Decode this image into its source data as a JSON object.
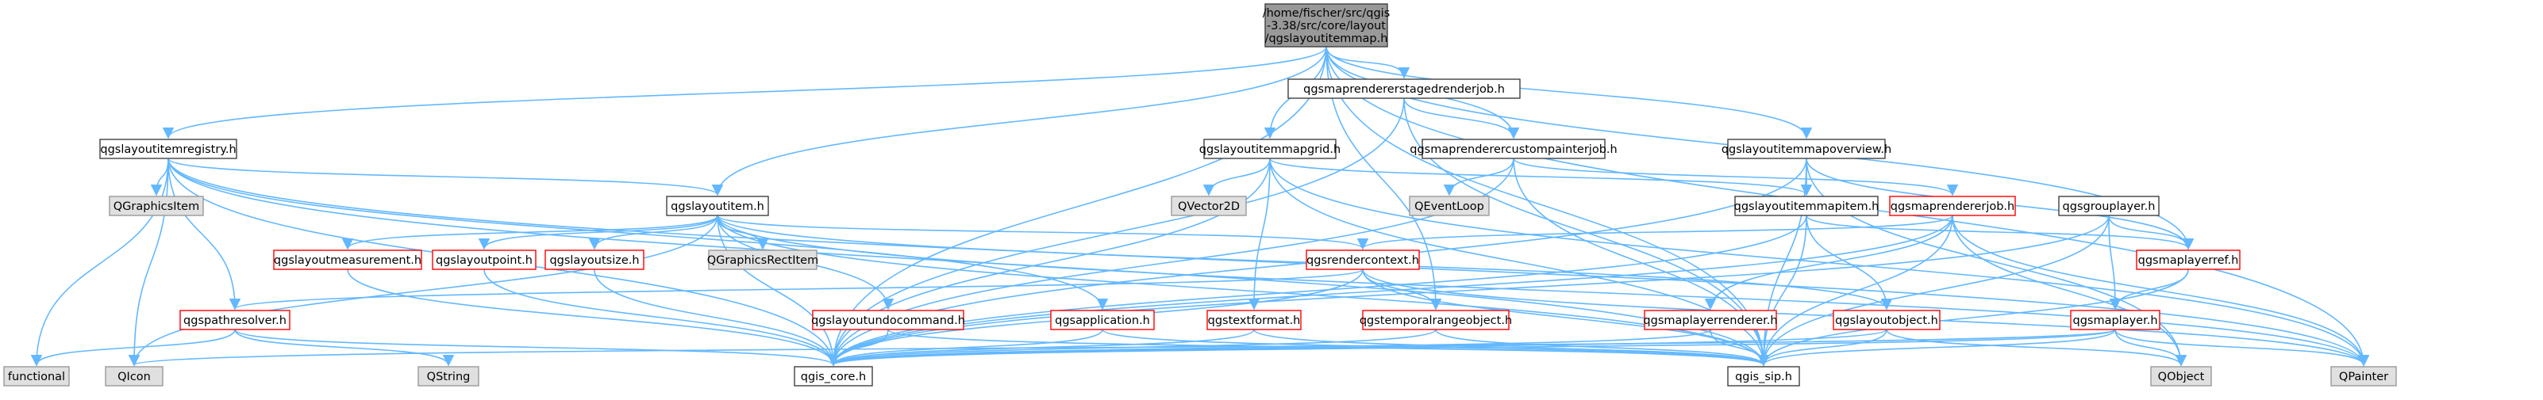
{
  "colors": {
    "edge": "#63b8ff",
    "root_fill": "#999999",
    "normal_border": "#404040",
    "red_border": "#ff0000",
    "gray_fill": "#e0e0e0",
    "white_fill": "#ffffff"
  },
  "nodes": [
    {
      "id": "root",
      "label": "/home/fischer/src/qgis\n-3.38/src/core/layout\n/qgslayoutitemmap.h",
      "style": "root"
    },
    {
      "id": "stagedjob",
      "label": "qgsmaprendererstagedrenderjob.h",
      "style": "normal"
    },
    {
      "id": "registry",
      "label": "qgslayoutitemregistry.h",
      "style": "normal"
    },
    {
      "id": "mapgrid",
      "label": "qgslayoutitemmapgrid.h",
      "style": "normal"
    },
    {
      "id": "custompainter",
      "label": "qgsmaprenderercustompainterjob.h",
      "style": "normal"
    },
    {
      "id": "mapoverview",
      "label": "qgslayoutitemmapoverview.h",
      "style": "normal"
    },
    {
      "id": "qgraphicsitem",
      "label": "QGraphicsItem",
      "style": "gray"
    },
    {
      "id": "layoutitem",
      "label": "qgslayoutitem.h",
      "style": "normal"
    },
    {
      "id": "qvector2d",
      "label": "QVector2D",
      "style": "gray"
    },
    {
      "id": "qeventloop",
      "label": "QEventLoop",
      "style": "gray"
    },
    {
      "id": "mapitem",
      "label": "qgslayoutitemmapitem.h",
      "style": "normal"
    },
    {
      "id": "rendererjob",
      "label": "qgsmaprendererjob.h",
      "style": "red"
    },
    {
      "id": "grouplayer",
      "label": "qgsgrouplayer.h",
      "style": "normal"
    },
    {
      "id": "measurement",
      "label": "qgslayoutmeasurement.h",
      "style": "red"
    },
    {
      "id": "point",
      "label": "qgslayoutpoint.h",
      "style": "red"
    },
    {
      "id": "size",
      "label": "qgslayoutsize.h",
      "style": "red"
    },
    {
      "id": "qgraphicsrectitem",
      "label": "QGraphicsRectItem",
      "style": "gray"
    },
    {
      "id": "rendercontext",
      "label": "qgsrendercontext.h",
      "style": "red"
    },
    {
      "id": "maplayerref",
      "label": "qgsmaplayerref.h",
      "style": "red"
    },
    {
      "id": "pathresolver",
      "label": "qgspathresolver.h",
      "style": "red"
    },
    {
      "id": "undocommand",
      "label": "qgslayoutundocommand.h",
      "style": "red"
    },
    {
      "id": "application",
      "label": "qgsapplication.h",
      "style": "red"
    },
    {
      "id": "textformat",
      "label": "qgstextformat.h",
      "style": "red"
    },
    {
      "id": "temporalrange",
      "label": "qgstemporalrangeobject.h",
      "style": "red"
    },
    {
      "id": "layerrenderer",
      "label": "qgsmaplayerrenderer.h",
      "style": "red"
    },
    {
      "id": "layoutobject",
      "label": "qgslayoutobject.h",
      "style": "red"
    },
    {
      "id": "maplayer",
      "label": "qgsmaplayer.h",
      "style": "red"
    },
    {
      "id": "functional",
      "label": "functional",
      "style": "gray"
    },
    {
      "id": "qicon",
      "label": "QIcon",
      "style": "gray"
    },
    {
      "id": "qstring",
      "label": "QString",
      "style": "gray"
    },
    {
      "id": "qgis_core",
      "label": "qgis_core.h",
      "style": "normal"
    },
    {
      "id": "qgis_sip",
      "label": "qgis_sip.h",
      "style": "normal"
    },
    {
      "id": "qobject",
      "label": "QObject",
      "style": "gray"
    },
    {
      "id": "qpainter",
      "label": "QPainter",
      "style": "gray"
    }
  ],
  "edges": [
    [
      "root",
      "stagedjob"
    ],
    [
      "root",
      "registry"
    ],
    [
      "root",
      "mapgrid"
    ],
    [
      "root",
      "custompainter"
    ],
    [
      "root",
      "mapoverview"
    ],
    [
      "root",
      "layoutitem"
    ],
    [
      "root",
      "qgis_core"
    ],
    [
      "root",
      "qgis_sip"
    ],
    [
      "root",
      "temporalrange"
    ],
    [
      "root",
      "maplayerref"
    ],
    [
      "root",
      "qpainter"
    ],
    [
      "stagedjob",
      "custompainter"
    ],
    [
      "stagedjob",
      "qgis_core"
    ],
    [
      "stagedjob",
      "qgis_sip"
    ],
    [
      "custompainter",
      "rendererjob"
    ],
    [
      "custompainter",
      "qeventloop"
    ],
    [
      "custompainter",
      "qgis_core"
    ],
    [
      "custompainter",
      "qgis_sip"
    ],
    [
      "registry",
      "qgraphicsitem"
    ],
    [
      "registry",
      "layoutitem"
    ],
    [
      "registry",
      "pathresolver"
    ],
    [
      "registry",
      "qicon"
    ],
    [
      "registry",
      "functional"
    ],
    [
      "registry",
      "qgis_core"
    ],
    [
      "registry",
      "qgis_sip"
    ],
    [
      "registry",
      "application"
    ],
    [
      "registry",
      "qpainter"
    ],
    [
      "mapgrid",
      "mapitem"
    ],
    [
      "mapgrid",
      "qvector2d"
    ],
    [
      "mapgrid",
      "textformat"
    ],
    [
      "mapgrid",
      "qgis_core"
    ],
    [
      "mapgrid",
      "qgis_sip"
    ],
    [
      "mapgrid",
      "qpainter"
    ],
    [
      "mapoverview",
      "mapitem"
    ],
    [
      "mapoverview",
      "maplayerref"
    ],
    [
      "mapoverview",
      "qgis_core"
    ],
    [
      "mapoverview",
      "qgis_sip"
    ],
    [
      "mapoverview",
      "qobject"
    ],
    [
      "layoutitem",
      "qgraphicsrectitem"
    ],
    [
      "layoutitem",
      "measurement"
    ],
    [
      "layoutitem",
      "point"
    ],
    [
      "layoutitem",
      "size"
    ],
    [
      "layoutitem",
      "rendercontext"
    ],
    [
      "layoutitem",
      "undocommand"
    ],
    [
      "layoutitem",
      "layoutobject"
    ],
    [
      "layoutitem",
      "qicon"
    ],
    [
      "layoutitem",
      "qgis_core"
    ],
    [
      "layoutitem",
      "qgis_sip"
    ],
    [
      "layoutitem",
      "qpainter"
    ],
    [
      "mapitem",
      "layoutobject"
    ],
    [
      "mapitem",
      "maplayerref"
    ],
    [
      "mapitem",
      "qgis_core"
    ],
    [
      "mapitem",
      "qgis_sip"
    ],
    [
      "rendererjob",
      "rendercontext"
    ],
    [
      "rendererjob",
      "layerrenderer"
    ],
    [
      "rendererjob",
      "qgis_core"
    ],
    [
      "rendererjob",
      "qgis_sip"
    ],
    [
      "rendererjob",
      "qobject"
    ],
    [
      "rendererjob",
      "qpainter"
    ],
    [
      "grouplayer",
      "maplayer"
    ],
    [
      "grouplayer",
      "maplayerref"
    ],
    [
      "grouplayer",
      "qgis_core"
    ],
    [
      "grouplayer",
      "qgis_sip"
    ],
    [
      "measurement",
      "qgis_core"
    ],
    [
      "point",
      "qgis_core"
    ],
    [
      "size",
      "qgis_core"
    ],
    [
      "rendercontext",
      "temporalrange"
    ],
    [
      "rendercontext",
      "pathresolver"
    ],
    [
      "rendercontext",
      "qgis_core"
    ],
    [
      "rendercontext",
      "qgis_sip"
    ],
    [
      "rendercontext",
      "qpainter"
    ],
    [
      "maplayerref",
      "maplayer"
    ],
    [
      "maplayerref",
      "qgis_sip"
    ],
    [
      "pathresolver",
      "functional"
    ],
    [
      "pathresolver",
      "qstring"
    ],
    [
      "pathresolver",
      "qgis_core"
    ],
    [
      "undocommand",
      "qgis_core"
    ],
    [
      "undocommand",
      "qgis_sip"
    ],
    [
      "application",
      "qgis_core"
    ],
    [
      "application",
      "qgis_sip"
    ],
    [
      "textformat",
      "qgis_core"
    ],
    [
      "textformat",
      "qgis_sip"
    ],
    [
      "temporalrange",
      "qgis_core"
    ],
    [
      "temporalrange",
      "qgis_sip"
    ],
    [
      "layerrenderer",
      "qgis_core"
    ],
    [
      "layerrenderer",
      "qgis_sip"
    ],
    [
      "layoutobject",
      "qgis_core"
    ],
    [
      "layoutobject",
      "qgis_sip"
    ],
    [
      "layoutobject",
      "qobject"
    ],
    [
      "maplayer",
      "qicon"
    ],
    [
      "maplayer",
      "qgis_core"
    ],
    [
      "maplayer",
      "qgis_sip"
    ],
    [
      "maplayer",
      "qobject"
    ],
    [
      "maplayer",
      "qpainter"
    ]
  ]
}
